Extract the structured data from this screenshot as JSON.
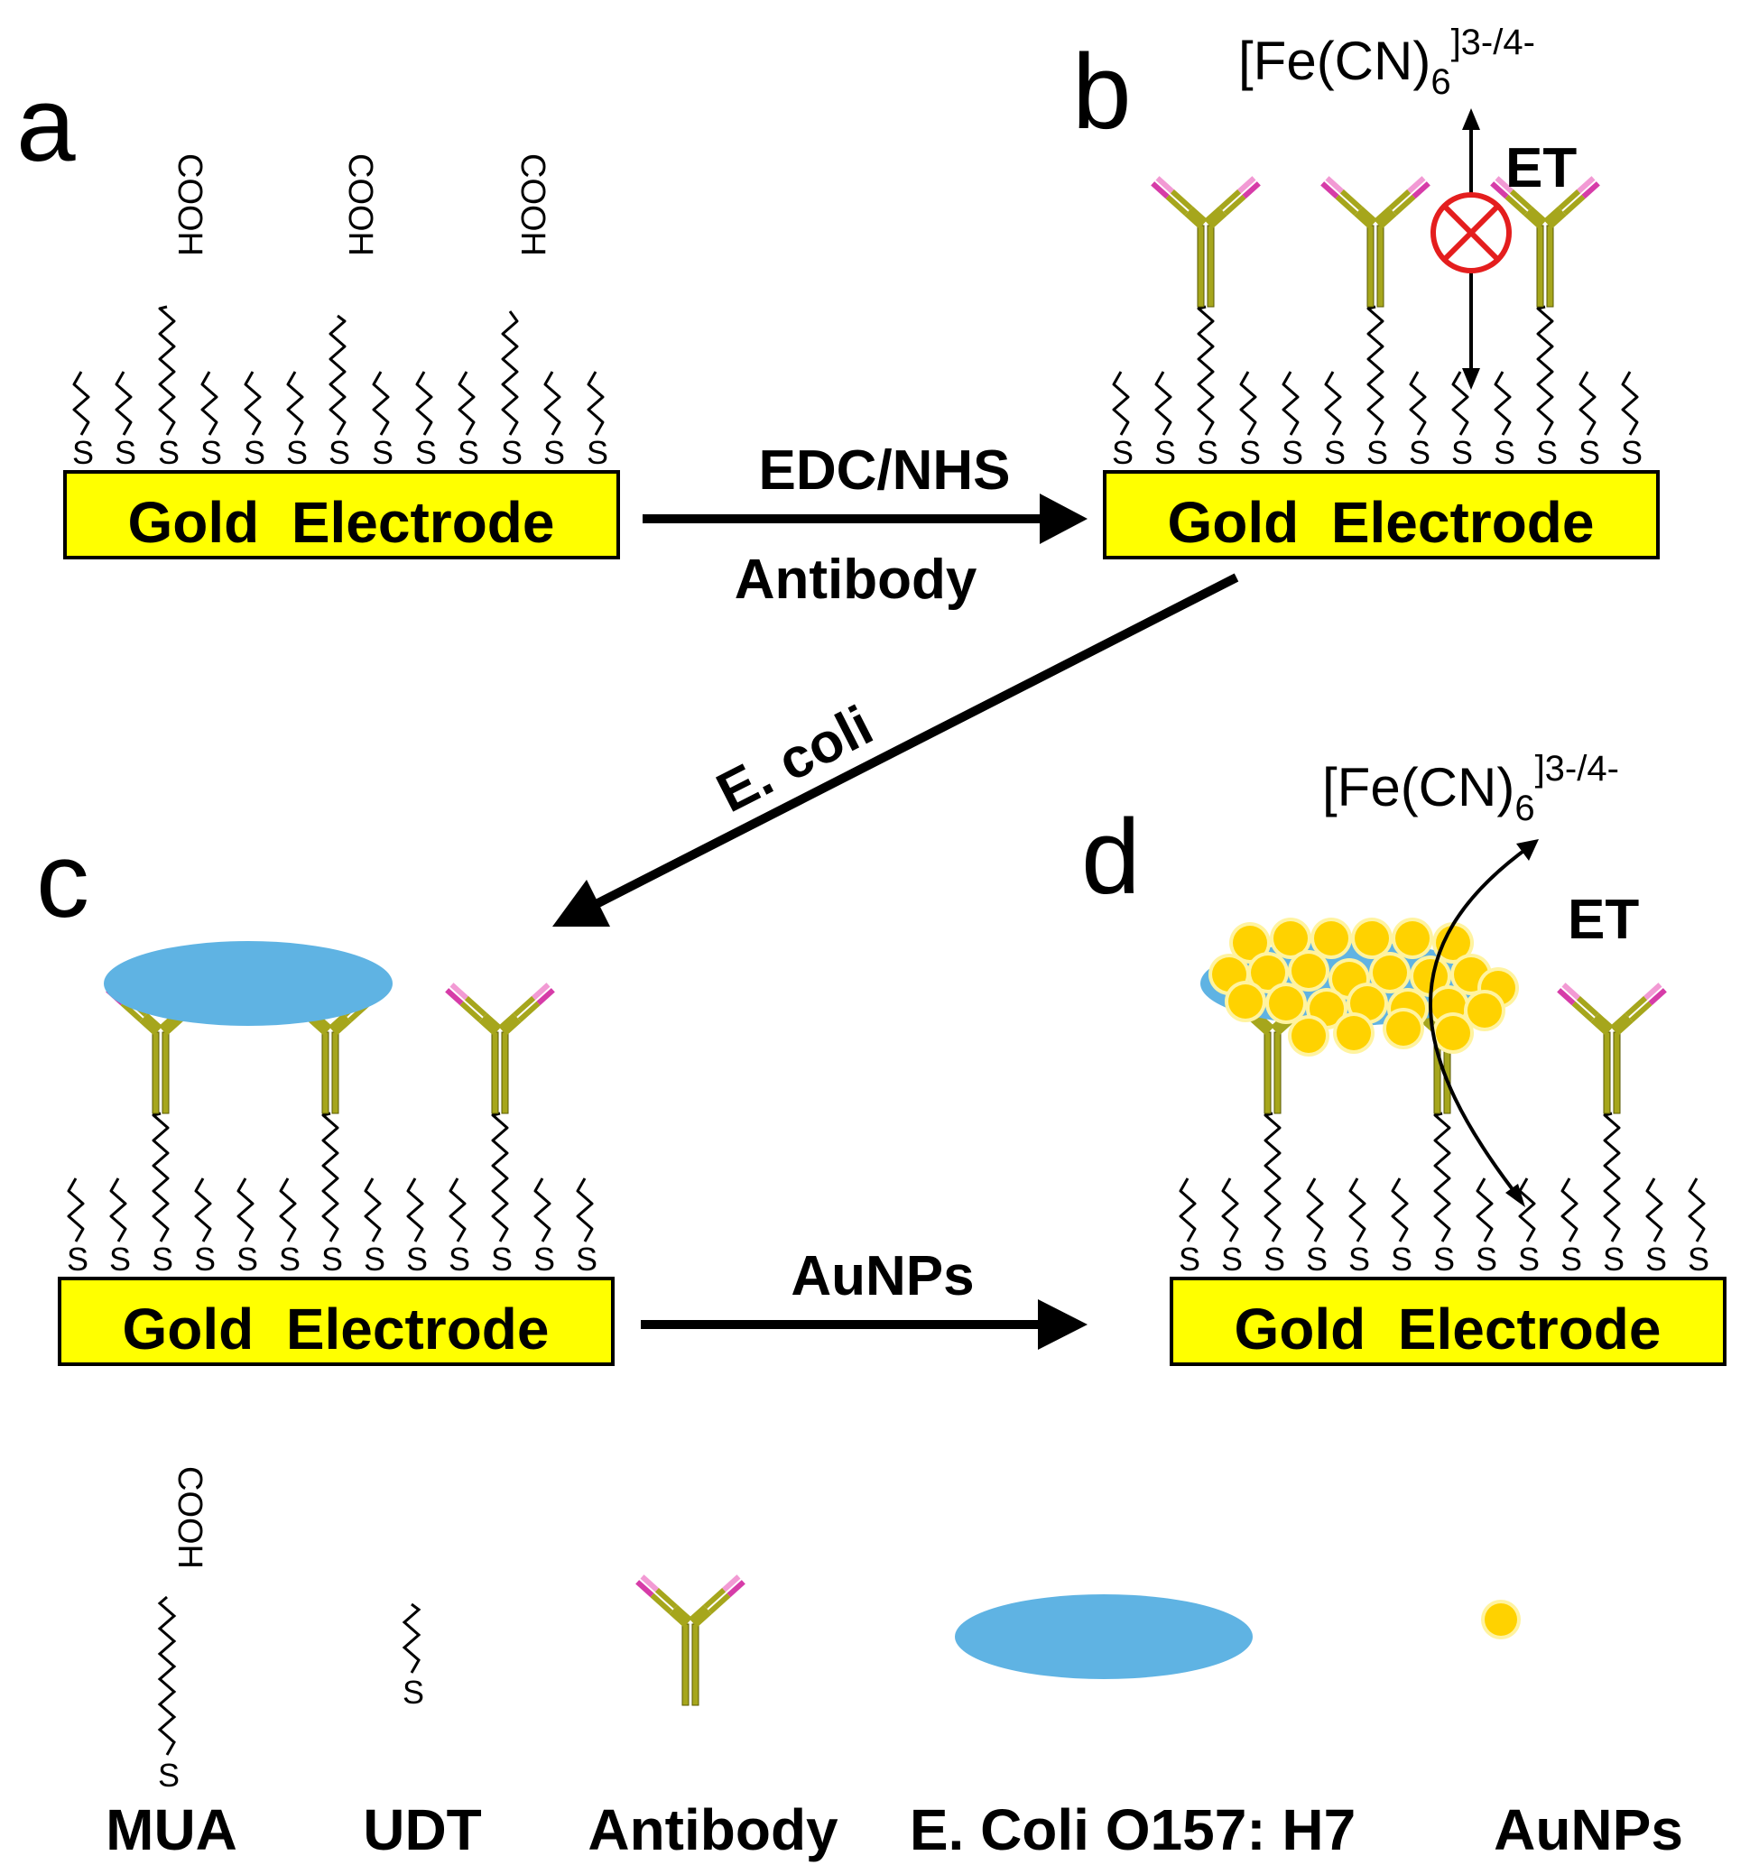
{
  "panels": {
    "a": {
      "letter": "a",
      "electrode_label": "Gold  Electrode"
    },
    "b": {
      "letter": "b",
      "electrode_label": "Gold  Electrode",
      "redox": "[Fe(CN)",
      "redox_sub": "6",
      "redox_sup": "]3-/4-",
      "et_label": "ET"
    },
    "c": {
      "letter": "c",
      "electrode_label": "Gold  Electrode"
    },
    "d": {
      "letter": "d",
      "electrode_label": "Gold  Electrode",
      "redox": "[Fe(CN)",
      "redox_sub": "6",
      "redox_sup": "]3-/4-",
      "et_label": "ET"
    }
  },
  "steps": {
    "ab_top": "EDC/NHS",
    "ab_bottom": "Antibody",
    "bc": "E. coli",
    "cd": "AuNPs"
  },
  "chain_labels": {
    "cooh": "COOH",
    "s": "S"
  },
  "legend": {
    "mua": "MUA",
    "udt": "UDT",
    "antibody": "Antibody",
    "ecoli": "E. Coli O157: H7",
    "aunps": "AuNPs"
  },
  "colors": {
    "electrode": "#ffff00",
    "antibody_stem": "#a6a61c",
    "antibody_tip": "#d63ca8",
    "ecoli": "#5fb3e3",
    "aunp": "#ffd200",
    "blocked": "#e41e1e"
  }
}
